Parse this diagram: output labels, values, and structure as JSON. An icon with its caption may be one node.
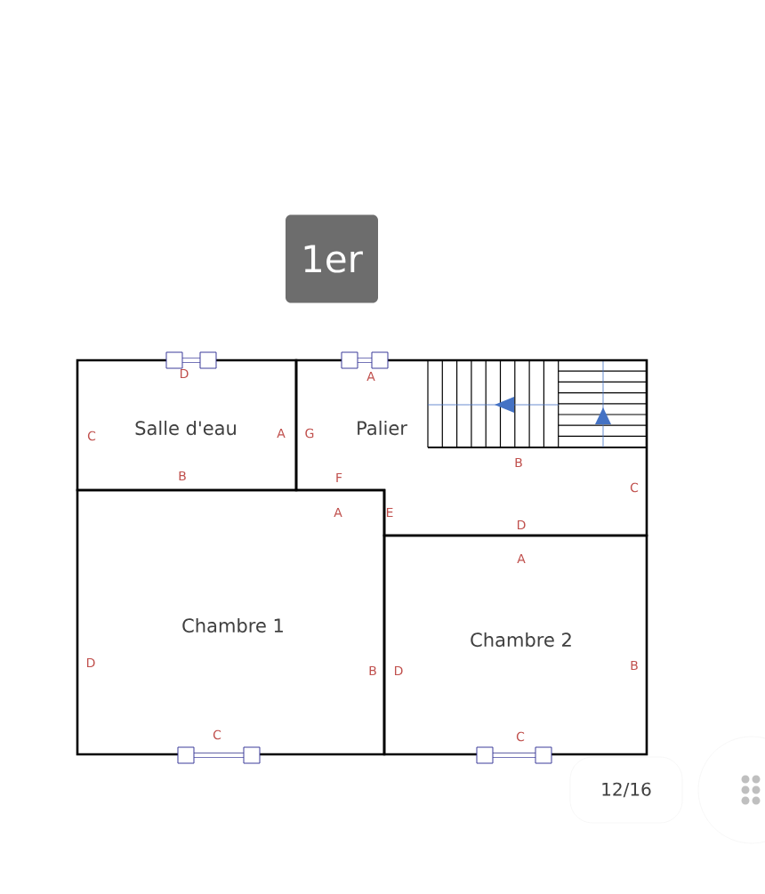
{
  "diagram": {
    "nodes": [
      {
        "text": [
          "Salle d'eau"
        ]
      },
      {
        "text": [
          "Palier"
        ]
      },
      {
        "text": [
          "Chambre 1"
        ]
      },
      {
        "text": [
          "Chambre 2"
        ]
      }
    ],
    "labels": [
      "1er",
      "D",
      "A",
      "C",
      "A",
      "G",
      "B",
      "B",
      "F",
      "C",
      "A",
      "E",
      "D",
      "A",
      "D",
      "B",
      "B",
      "D",
      "C",
      "C",
      "12/16"
    ]
  }
}
